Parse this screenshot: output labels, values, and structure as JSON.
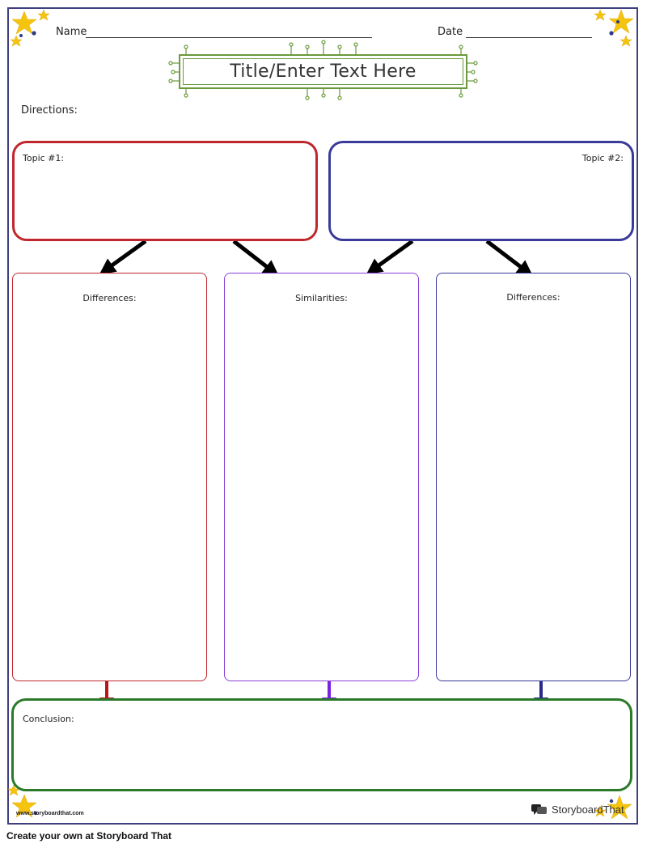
{
  "header": {
    "name_label": "Name",
    "date_label": "Date"
  },
  "title": "Title/Enter Text Here",
  "directions_label": "Directions:",
  "topics": {
    "topic1_label": "Topic #1:",
    "topic2_label": "Topic #2:"
  },
  "columns": {
    "left_label": "Differences:",
    "middle_label": "Similarities:",
    "right_label": "Differences:"
  },
  "conclusion_label": "Conclusion:",
  "watermark": {
    "url": "www.storyboardthat.com",
    "brand": "StoryboardThat"
  },
  "footer_text": "Create your own at Storyboard That",
  "colors": {
    "frame": "#3f3f80",
    "topic1": "#c0272d",
    "topic2": "#3a3a9a",
    "similarities": "#8a3fd8",
    "conclusion": "#2a7a2a",
    "title_border": "#6b9a3c",
    "stars": "#f4c40f"
  },
  "icons": [
    "star-icon",
    "circuit-decoration-icon",
    "arrow-icon",
    "speech-bubble-icon"
  ]
}
